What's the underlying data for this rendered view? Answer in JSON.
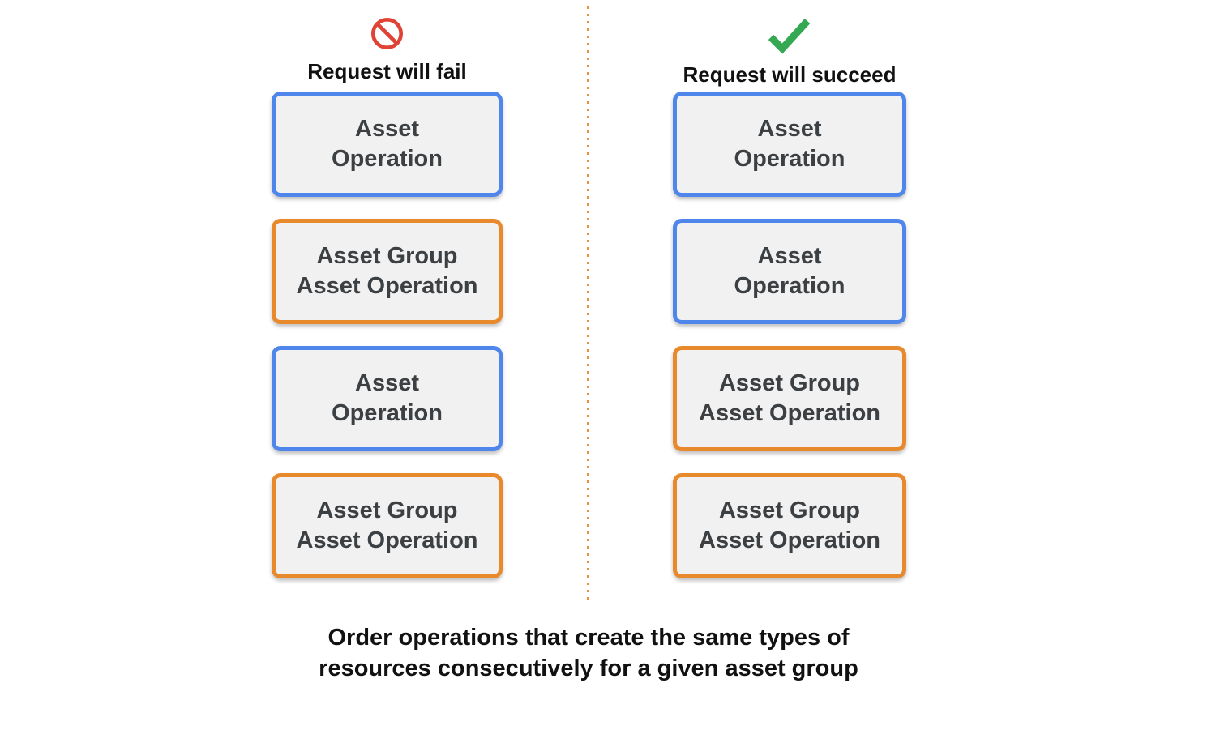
{
  "colors": {
    "blue": "#4E86EC",
    "orange": "#E8892B",
    "red": "#E04335",
    "green": "#34A853",
    "boxbg": "#F1F1F2",
    "boxtext": "#3C4043",
    "heading": "#111111",
    "dot": "#E8923B"
  },
  "left_column": {
    "icon": "prohibition-icon",
    "heading": "Request will fail",
    "boxes": [
      {
        "label": "Asset\nOperation",
        "border": "blue"
      },
      {
        "label": "Asset Group\nAsset Operation",
        "border": "orange"
      },
      {
        "label": "Asset\nOperation",
        "border": "blue"
      },
      {
        "label": "Asset Group\nAsset Operation",
        "border": "orange"
      }
    ]
  },
  "right_column": {
    "icon": "checkmark-icon",
    "heading": "Request will succeed",
    "boxes": [
      {
        "label": "Asset\nOperation",
        "border": "blue"
      },
      {
        "label": "Asset\nOperation",
        "border": "blue"
      },
      {
        "label": "Asset Group\nAsset Operation",
        "border": "orange"
      },
      {
        "label": "Asset Group\nAsset Operation",
        "border": "orange"
      }
    ]
  },
  "caption": "Order operations that create the same types of\nresources consecutively for a given asset group"
}
